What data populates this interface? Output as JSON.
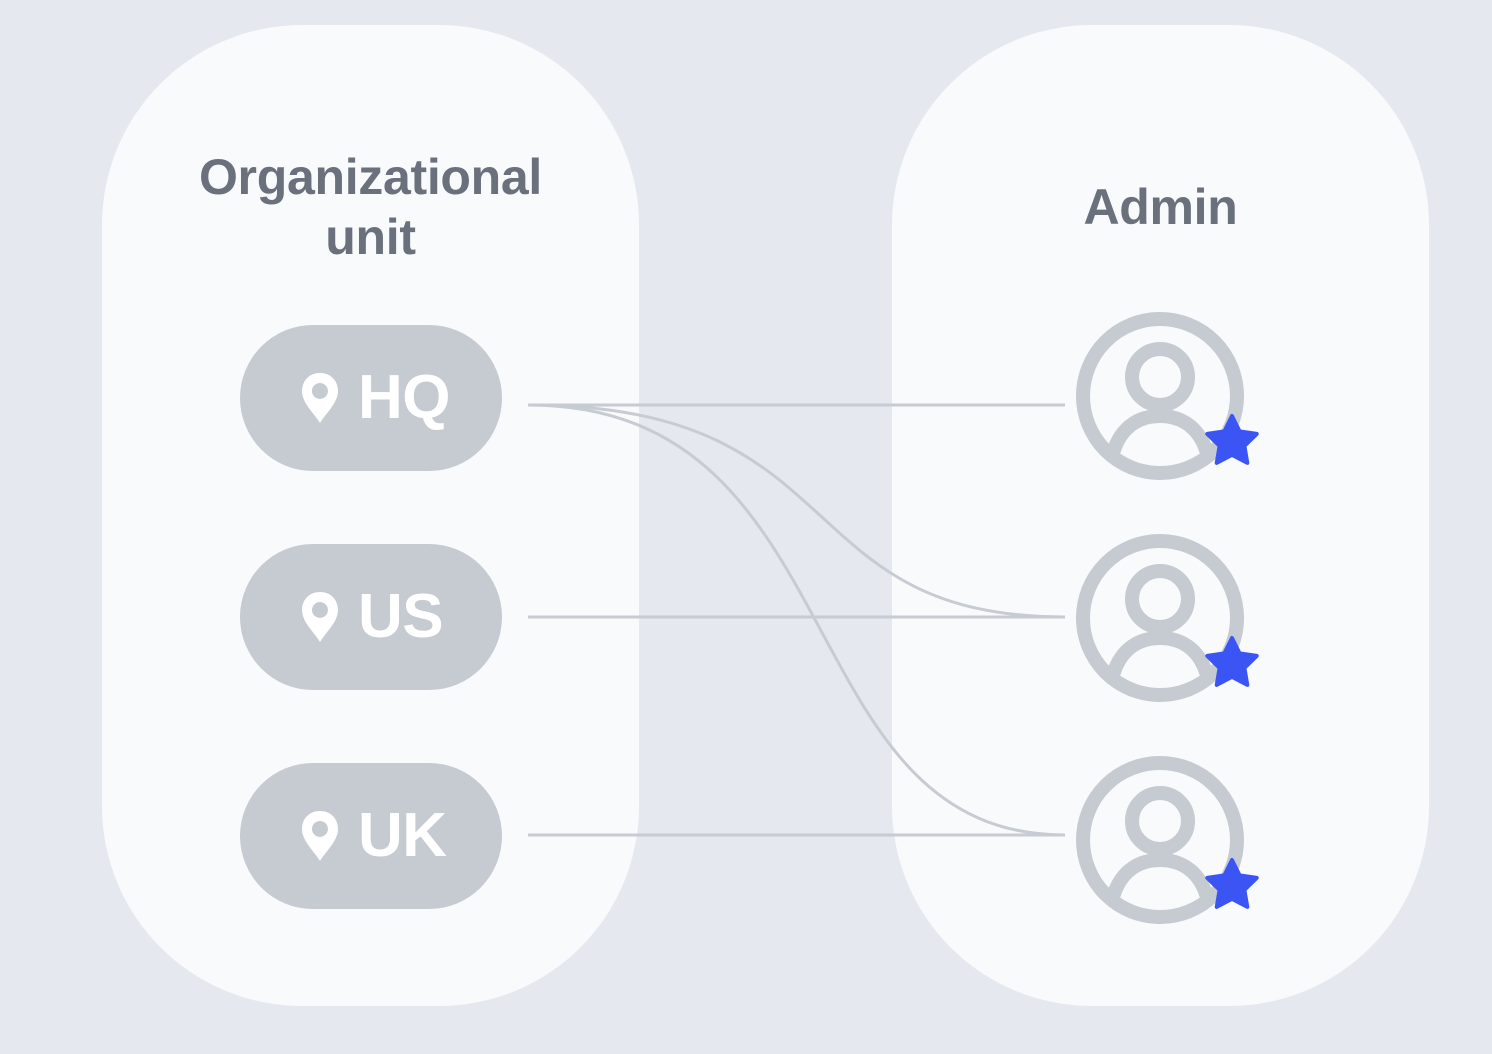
{
  "left_panel": {
    "title_line1": "Organizational",
    "title_line2": "unit",
    "units": [
      {
        "label": "HQ",
        "icon": "location-pin-icon"
      },
      {
        "label": "US",
        "icon": "location-pin-icon"
      },
      {
        "label": "UK",
        "icon": "location-pin-icon"
      }
    ]
  },
  "right_panel": {
    "title": "Admin",
    "admins": [
      {
        "icon": "user-avatar-icon",
        "badge": "star-icon"
      },
      {
        "icon": "user-avatar-icon",
        "badge": "star-icon"
      },
      {
        "icon": "user-avatar-icon",
        "badge": "star-icon"
      }
    ]
  },
  "connections": [
    {
      "from": "HQ",
      "to": 0
    },
    {
      "from": "HQ",
      "to": 1
    },
    {
      "from": "HQ",
      "to": 2
    },
    {
      "from": "US",
      "to": 1
    },
    {
      "from": "UK",
      "to": 2
    }
  ],
  "colors": {
    "background": "#e5e9ef",
    "panel": "#f8fafc",
    "title_text": "#6b717c",
    "pill": "#c6cad1",
    "avatar": "#c6cad1",
    "line": "#c7cbd2",
    "star": "#3b55f5"
  }
}
